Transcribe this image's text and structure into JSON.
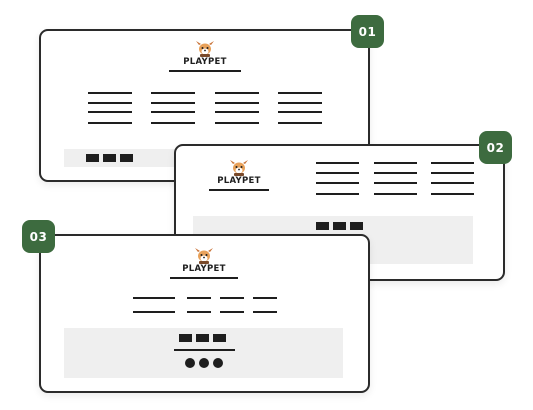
{
  "brand": {
    "name": "PLAYPET",
    "icon": "dog-logo-icon"
  },
  "layouts": [
    {
      "badge": "01"
    },
    {
      "badge": "02"
    },
    {
      "badge": "03"
    }
  ],
  "colors": {
    "badge": "#3d6b3f",
    "border": "#2b2b2b",
    "footer": "#efefef",
    "ink": "#1e1e1e"
  }
}
